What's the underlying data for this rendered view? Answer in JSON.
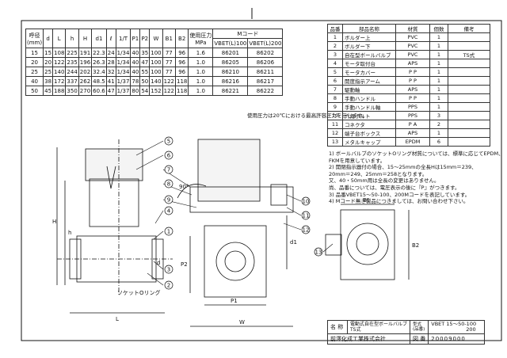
{
  "dim_table": {
    "header": [
      "呼径\n(mm)",
      "d",
      "L",
      "h",
      "H",
      "d1",
      "ℓ",
      "1/T",
      "P1",
      "P2",
      "W",
      "B1",
      "B2",
      "使用圧力\nMPa",
      "VBET(L)100",
      "VBET(L)200"
    ],
    "mcode_label": "Mコード",
    "rows": [
      [
        "15",
        "15",
        "108",
        "225",
        "191",
        "22.3",
        "24",
        "1/34",
        "40",
        "35",
        "100",
        "77",
        "96",
        "1.6",
        "86201",
        "86202"
      ],
      [
        "20",
        "20",
        "122",
        "235",
        "196",
        "26.3",
        "28",
        "1/34",
        "40",
        "47",
        "100",
        "77",
        "96",
        "1.0",
        "86205",
        "86206"
      ],
      [
        "25",
        "25",
        "140",
        "244",
        "202",
        "32.4",
        "32",
        "1/34",
        "40",
        "55",
        "100",
        "77",
        "96",
        "1.0",
        "86210",
        "86211"
      ],
      [
        "40",
        "38",
        "172",
        "337",
        "262",
        "48.5",
        "41",
        "1/37",
        "78",
        "50",
        "140",
        "122",
        "118",
        "1.0",
        "86216",
        "86217"
      ],
      [
        "50",
        "45",
        "188",
        "350",
        "270",
        "60.6",
        "47",
        "1/37",
        "80",
        "54",
        "152",
        "122",
        "118",
        "1.0",
        "86221",
        "86222"
      ]
    ],
    "footnote": "使用圧力は20℃における最高許容圧力を示します。"
  },
  "parts_table": {
    "header": [
      "品番",
      "部品名称",
      "材質",
      "個数",
      "備考"
    ],
    "rows": [
      [
        "1",
        "ボルダー上",
        "PVC",
        "1",
        ""
      ],
      [
        "2",
        "ボルダー下",
        "PVC",
        "1",
        ""
      ],
      [
        "3",
        "自在型ボールバルブ",
        "PVC",
        "1",
        "TS式"
      ],
      [
        "4",
        "モータ取付台",
        "APS",
        "1",
        ""
      ],
      [
        "5",
        "モータカバー",
        "P P",
        "1",
        ""
      ],
      [
        "6",
        "開度指示アーム",
        "P P",
        "1",
        ""
      ],
      [
        "7",
        "駆動軸",
        "APS",
        "1",
        ""
      ],
      [
        "8",
        "手動ハンドル",
        "P P",
        "1",
        ""
      ],
      [
        "9",
        "手動ハンドル軸",
        "PPS",
        "1",
        ""
      ],
      [
        "10",
        "六角ボルト",
        "PPS",
        "3",
        ""
      ],
      [
        "11",
        "コネクタ",
        "P A",
        "2",
        ""
      ],
      [
        "12",
        "端子台ボックス",
        "APS",
        "1",
        ""
      ],
      [
        "13",
        "メタルキャップ",
        "EPDM",
        "6",
        ""
      ]
    ]
  },
  "notes": [
    "1)  ボールバルブのソケットOリング材質については、標準に応じてEPDM、",
    "     FKMを用意しています。",
    "2)  開閉指示器付の場合、15～25mmの全長Hは15mm＝239、",
    "     20mm＝249、25mm＝258となります。",
    "     又、40・50mm用は全長の変更はありません。",
    "     尚、品番については、電圧表示の後に『P』がつきます。",
    "3)  品番VBET15～50-100、200Mコードを表記しています。",
    "4)  Mコード無き製品につきましては、お問い合わせ下さい。"
  ],
  "callouts": [
    "1",
    "2",
    "3",
    "4",
    "5",
    "6",
    "7",
    "8",
    "9",
    "10",
    "11",
    "12",
    "13"
  ],
  "dim_labels": {
    "H": "H",
    "h": "h",
    "L": "L",
    "d": "d",
    "d1": "d1",
    "P1": "P1",
    "P2": "P2",
    "W": "W",
    "B1": "B1",
    "B2": "B2",
    "angle": "90°",
    "socket": "ソケットOリング"
  },
  "title_block": {
    "name_label": "名 称",
    "name_value_1": "電動式自在型ボールバルブ",
    "name_value_2": "TS式",
    "model_label": "型式\n(品番)",
    "model_value_1": "VBET 15～50-100",
    "model_value_2": "200",
    "company": "前澤化成工業株式会社",
    "number_label": "図 番",
    "number_value": "20009000"
  }
}
